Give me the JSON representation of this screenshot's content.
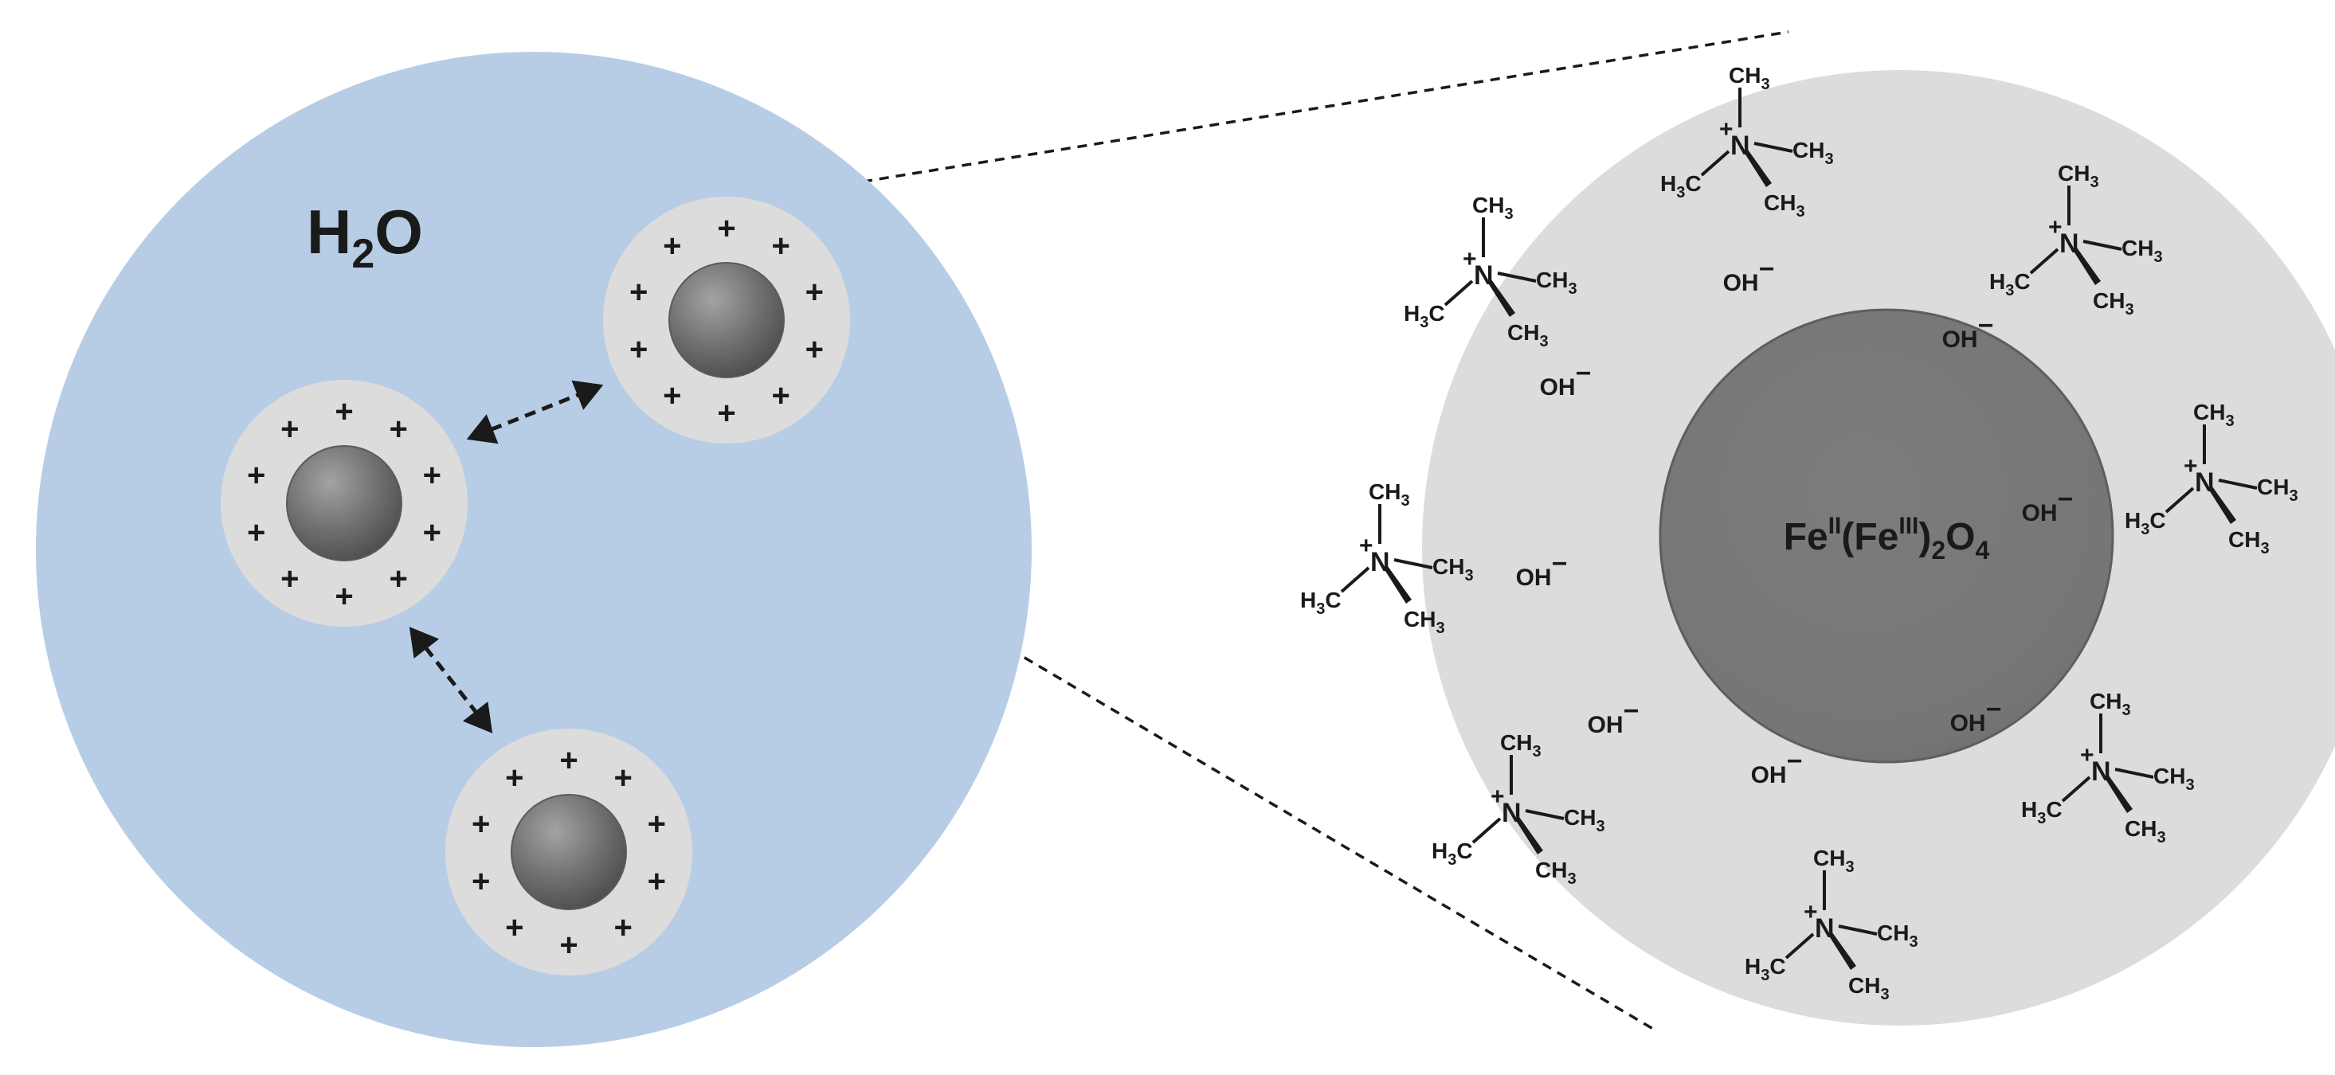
{
  "solvent_label": {
    "main": "H",
    "sub": "2",
    "tail": "O"
  },
  "core_formula": {
    "a": "Fe",
    "sup1": "II",
    "b": "(Fe",
    "sup2": "III",
    "c": ")",
    "sub1": "2",
    "d": "O",
    "sub2": "4"
  },
  "hydroxide": {
    "base": "OH",
    "charge": "−"
  },
  "ammonium": {
    "methyl": "CH",
    "methyl_sub": "3",
    "methyl_left": "H",
    "methyl_left_sub": "3",
    "methyl_left_c": "C",
    "nitrogen": "N",
    "charge": "+"
  },
  "particle_charge": "+",
  "colors": {
    "solvent": "#b7cde6",
    "shell": "#dcdcdc",
    "core": "#7a7a7a",
    "ink": "#1a1a1a"
  }
}
